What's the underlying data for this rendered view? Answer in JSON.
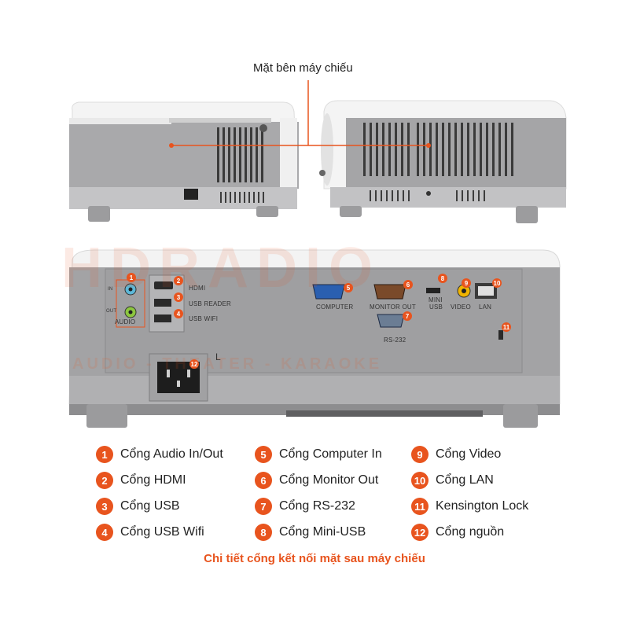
{
  "side_caption": "Mặt bên máy chiếu",
  "watermark": {
    "brand": "HDRADIO",
    "tagline": "AUDIO - THEATER - KARAOKE"
  },
  "panel_labels": {
    "audio": "AUDIO",
    "in": "IN",
    "out": "OUT",
    "hdmi": "HDMI",
    "usb_reader": "USB READER",
    "usb_wifi": "USB WIFI",
    "computer": "COMPUTER",
    "monitor_out": "MONITOR OUT",
    "rs232": "RS-232",
    "mini_usb_1": "MINI",
    "mini_usb_2": "USB",
    "video": "VIDEO",
    "lan": "LAN",
    "power_mark": "L"
  },
  "badges": [
    "1",
    "2",
    "3",
    "4",
    "5",
    "6",
    "7",
    "8",
    "9",
    "10",
    "11",
    "12"
  ],
  "legend": {
    "col1": [
      {
        "num": "1",
        "label": "Cổng Audio In/Out"
      },
      {
        "num": "2",
        "label": "Cổng HDMI"
      },
      {
        "num": "3",
        "label": "Cổng USB"
      },
      {
        "num": "4",
        "label": "Cổng USB Wifi"
      }
    ],
    "col2": [
      {
        "num": "5",
        "label": "Cổng Computer In"
      },
      {
        "num": "6",
        "label": "Cổng Monitor Out"
      },
      {
        "num": "7",
        "label": "Cổng RS-232"
      },
      {
        "num": "8",
        "label": "Cổng Mini-USB"
      }
    ],
    "col3": [
      {
        "num": "9",
        "label": "Cổng Video"
      },
      {
        "num": "10",
        "label": "Cổng LAN"
      },
      {
        "num": "11",
        "label": "Kensington Lock"
      },
      {
        "num": "12",
        "label": "Cổng nguồn"
      }
    ]
  },
  "footer_caption": "Chi tiết cổng kết nối mặt sau máy chiếu",
  "colors": {
    "accent": "#e8541e",
    "body_gray": "#9a9a9c",
    "shell_white": "#f2f2f2"
  }
}
